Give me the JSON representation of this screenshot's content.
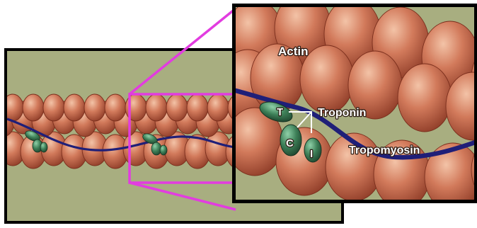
{
  "labels": {
    "actin": "Actin",
    "troponin": "Troponin",
    "tropomyosin": "Tropomyosin",
    "subunit_t": "T",
    "subunit_c": "C",
    "subunit_i": "I"
  },
  "colors": {
    "background": "#a8ae80",
    "actin": "#c65f42",
    "tropomyosin": "#1f1f78",
    "troponin": "#2f6a48",
    "zoom_lines": "#e23ce0",
    "frame": "#000000"
  }
}
